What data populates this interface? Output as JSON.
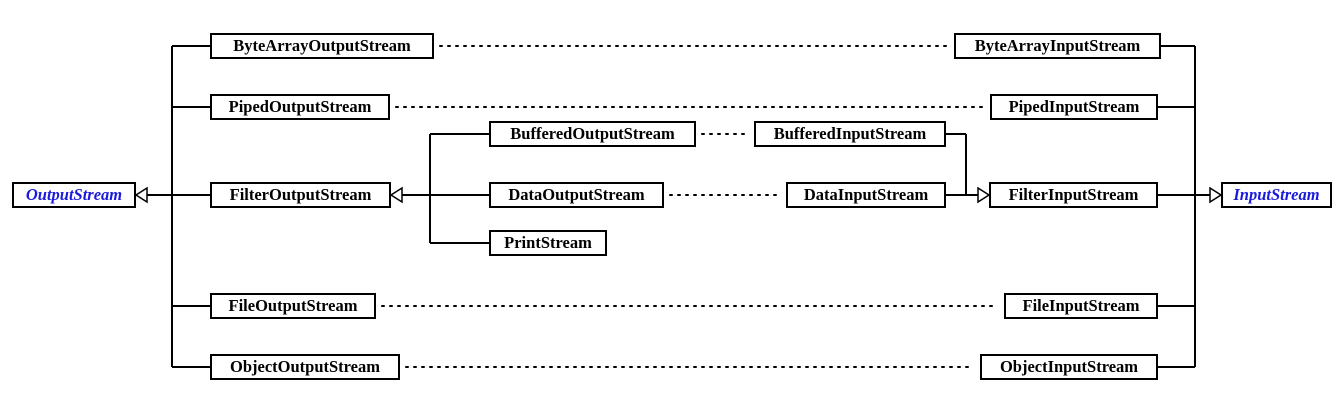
{
  "output_side": {
    "root": "OutputStream",
    "subclasses": [
      "ByteArrayOutputStream",
      "PipedOutputStream",
      "FilterOutputStream",
      "FileOutputStream",
      "ObjectOutputStream"
    ],
    "filter_subclasses": [
      "BufferedOutputStream",
      "DataOutputStream",
      "PrintStream"
    ]
  },
  "input_side": {
    "root": "InputStream",
    "subclasses": [
      "ByteArrayInputStream",
      "PipedInputStream",
      "FilterInputStream",
      "FileInputStream",
      "ObjectInputStream"
    ],
    "filter_subclasses": [
      "BufferedInputStream",
      "DataInputStream"
    ]
  },
  "colors": {
    "abstract_class_text": "#1a1adc",
    "line": "#000000"
  }
}
